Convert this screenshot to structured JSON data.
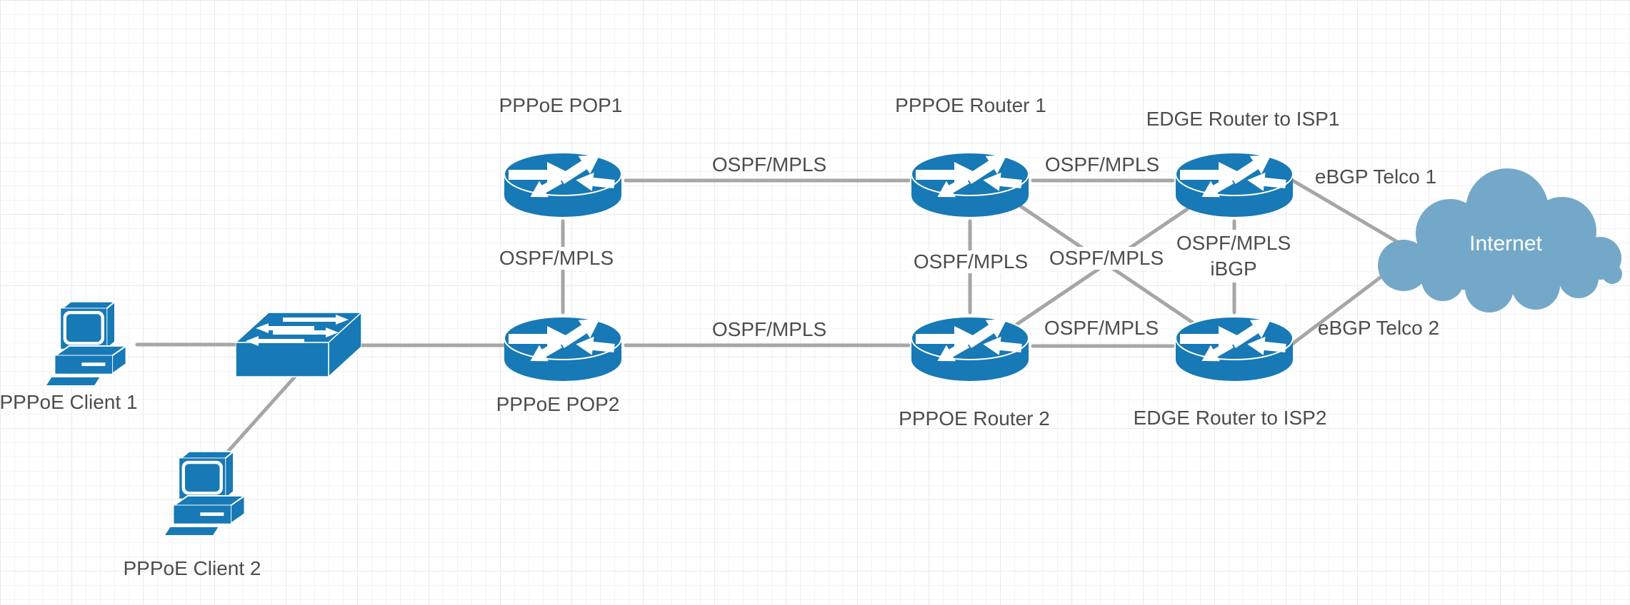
{
  "diagram": {
    "nodes": {
      "client1": {
        "label": "PPPoE Client 1",
        "device": "desktop-computer"
      },
      "client2": {
        "label": "PPPoE Client 2",
        "device": "desktop-computer"
      },
      "switch1": {
        "label": "",
        "device": "lan-switch"
      },
      "pop1": {
        "label": "PPPoE POP1",
        "device": "router"
      },
      "pop2": {
        "label": "PPPoE POP2",
        "device": "router"
      },
      "router1": {
        "label": "PPPOE Router 1",
        "device": "router"
      },
      "router2": {
        "label": "PPPOE Router 2",
        "device": "router"
      },
      "edge1": {
        "label": "EDGE Router to ISP1",
        "device": "router"
      },
      "edge2": {
        "label": "EDGE Router to ISP2",
        "device": "router"
      },
      "internet": {
        "label": "Internet",
        "device": "cloud"
      }
    },
    "link_labels": {
      "pop1_pop2": "OSPF/MPLS",
      "pop1_router1": "OSPF/MPLS",
      "router1_edge1": "OSPF/MPLS",
      "router1_router2": "OSPF/MPLS",
      "cross_links": "OSPF/MPLS",
      "pop2_router2": "OSPF/MPLS",
      "router2_edge2": "OSPF/MPLS",
      "edge1_edge2": [
        "OSPF/MPLS",
        "iBGP"
      ],
      "edge1_internet": "eBGP Telco 1",
      "edge2_internet": "eBGP Telco 2"
    },
    "connections": [
      "client1 - switch1",
      "switch1 - client2",
      "switch1 - pop2",
      "pop1 - pop2",
      "pop1 - router1",
      "router1 - edge1",
      "router1 - router2",
      "router1 - edge2",
      "router2 - edge1",
      "pop2 - router2",
      "router2 - edge2",
      "edge1 - edge2",
      "edge1 - internet",
      "edge2 - internet"
    ],
    "colors": {
      "device": "#1779b5",
      "cloud": "#74a8c8",
      "line": "#a6a6a6",
      "text": "#4d4d4d",
      "canvas": "#ffffff"
    }
  }
}
